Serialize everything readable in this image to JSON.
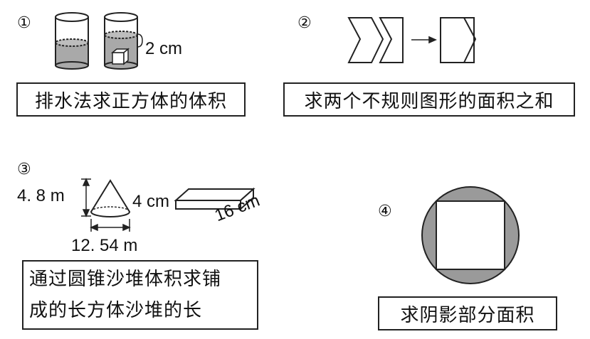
{
  "panels": [
    {
      "number": "①",
      "caption": "排水法求正方体的体积",
      "annotation": "2 cm"
    },
    {
      "number": "②",
      "caption": "求两个不规则图形的面积之和"
    },
    {
      "number": "③",
      "caption_line1": "通过圆锥沙堆体积求铺",
      "caption_line2": "成的长方体沙堆的长",
      "height_label": "4. 8  m",
      "base_label": "12. 54  m",
      "thickness_label": "4 cm",
      "length_label": "16 cm"
    },
    {
      "number": "④",
      "caption": "求阴影部分面积"
    }
  ],
  "colors": {
    "water": "#a9a9a9",
    "shade": "#9a9a9a",
    "line": "#222222"
  }
}
